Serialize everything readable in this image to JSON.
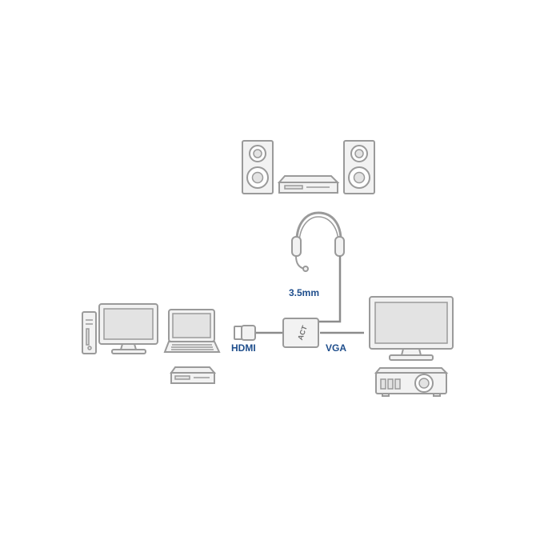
{
  "labels": {
    "audio_port": "3.5mm",
    "input_port": "HDMI",
    "output_port": "VGA",
    "adapter_brand": "ACT"
  },
  "colors": {
    "label_text": "#1f4e8c",
    "outline": "#9a9a9a",
    "fill_light": "#f2f2f2",
    "fill_screen": "#e3e3e3",
    "cable": "#8c8c8c"
  }
}
